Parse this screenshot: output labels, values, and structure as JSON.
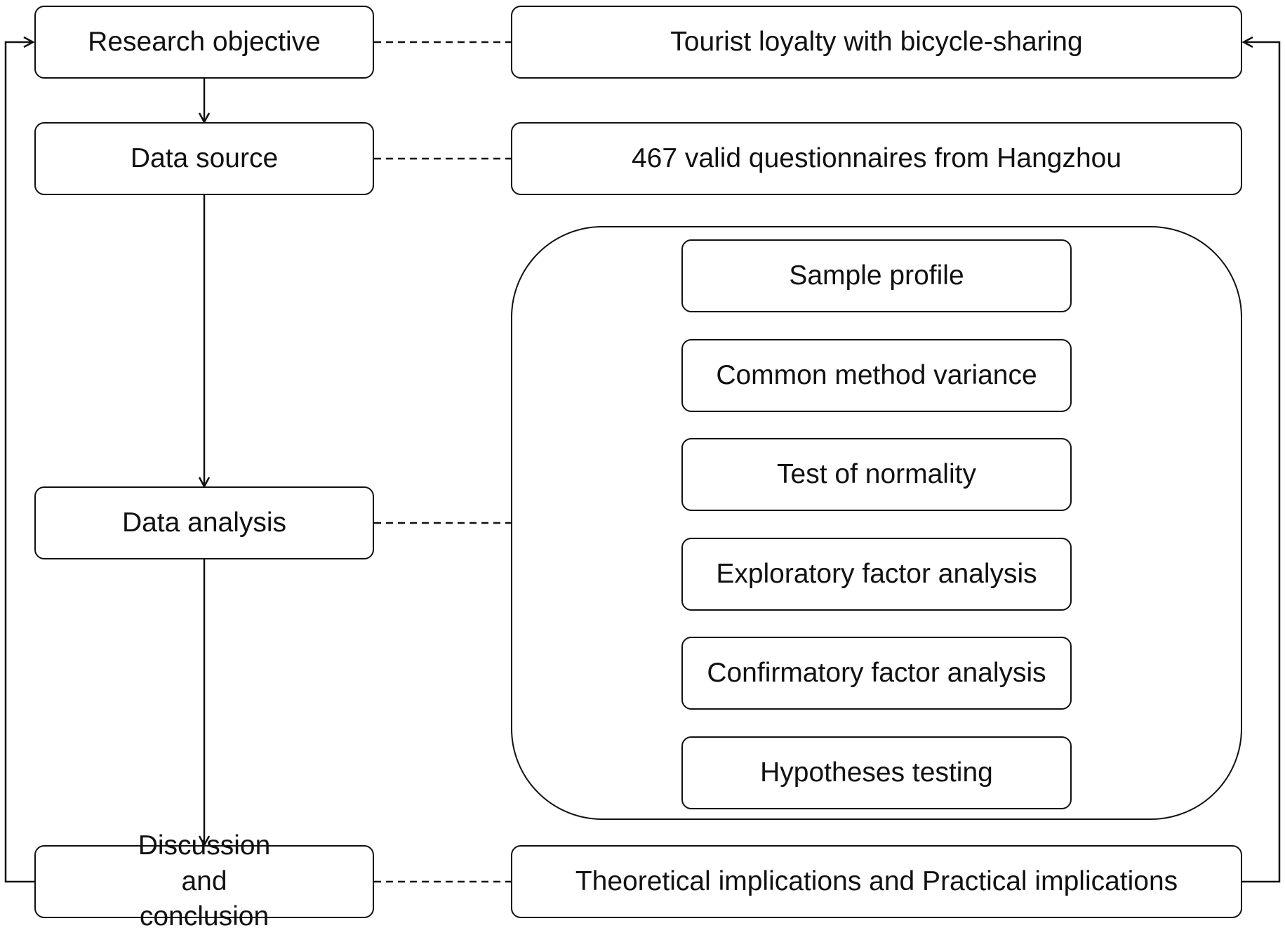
{
  "left_column": {
    "research_objective": "Research objective",
    "data_source": "Data source",
    "data_analysis": "Data analysis",
    "discussion": "Discussion and conclusion"
  },
  "right_column": {
    "objective_detail": "Tourist loyalty with bicycle-sharing",
    "source_detail": "467 valid questionnaires from Hangzhou",
    "implications": "Theoretical implications and Practical implications"
  },
  "analysis_steps": [
    "Sample profile",
    "Common method variance",
    "Test of normality",
    "Exploratory factor analysis",
    "Confirmatory factor analysis",
    "Hypotheses testing"
  ]
}
